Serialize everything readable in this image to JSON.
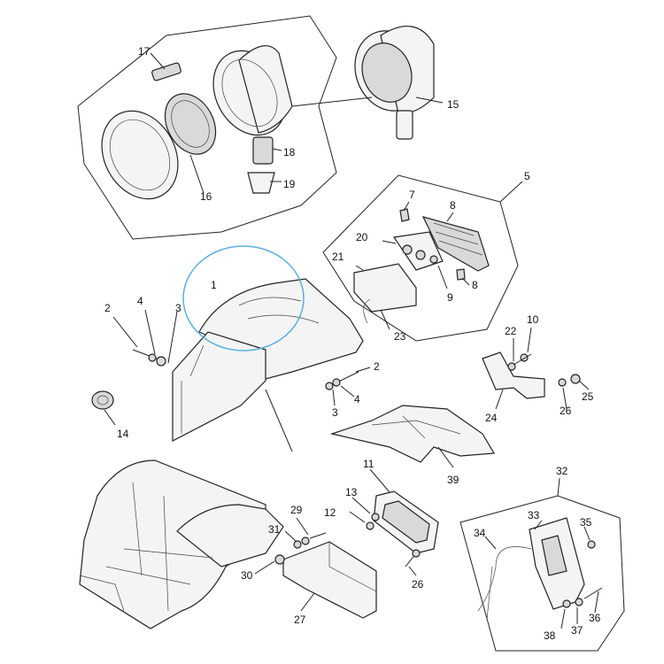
{
  "parts": [
    {
      "id": "p1",
      "label": "1"
    },
    {
      "id": "p2a",
      "label": "2"
    },
    {
      "id": "p2b",
      "label": "2"
    },
    {
      "id": "p3a",
      "label": "3"
    },
    {
      "id": "p3b",
      "label": "3"
    },
    {
      "id": "p4a",
      "label": "4"
    },
    {
      "id": "p4b",
      "label": "4"
    },
    {
      "id": "p5",
      "label": "5"
    },
    {
      "id": "p7",
      "label": "7"
    },
    {
      "id": "p8a",
      "label": "8"
    },
    {
      "id": "p8b",
      "label": "8"
    },
    {
      "id": "p9",
      "label": "9"
    },
    {
      "id": "p10",
      "label": "10"
    },
    {
      "id": "p11",
      "label": "11"
    },
    {
      "id": "p12",
      "label": "12"
    },
    {
      "id": "p13",
      "label": "13"
    },
    {
      "id": "p14",
      "label": "14"
    },
    {
      "id": "p15",
      "label": "15"
    },
    {
      "id": "p16",
      "label": "16"
    },
    {
      "id": "p17",
      "label": "17"
    },
    {
      "id": "p18",
      "label": "18"
    },
    {
      "id": "p19",
      "label": "19"
    },
    {
      "id": "p20",
      "label": "20"
    },
    {
      "id": "p21",
      "label": "21"
    },
    {
      "id": "p22",
      "label": "22"
    },
    {
      "id": "p23",
      "label": "23"
    },
    {
      "id": "p24",
      "label": "24"
    },
    {
      "id": "p25",
      "label": "25"
    },
    {
      "id": "p26a",
      "label": "26"
    },
    {
      "id": "p26b",
      "label": "26"
    },
    {
      "id": "p27",
      "label": "27"
    },
    {
      "id": "p29",
      "label": "29"
    },
    {
      "id": "p30",
      "label": "30"
    },
    {
      "id": "p31",
      "label": "31"
    },
    {
      "id": "p32",
      "label": "32"
    },
    {
      "id": "p33",
      "label": "33"
    },
    {
      "id": "p34",
      "label": "34"
    },
    {
      "id": "p35",
      "label": "35"
    },
    {
      "id": "p36",
      "label": "36"
    },
    {
      "id": "p37",
      "label": "37"
    },
    {
      "id": "p38",
      "label": "38"
    },
    {
      "id": "p39",
      "label": "39"
    }
  ],
  "highlight": {
    "color": "#5aaee0"
  }
}
